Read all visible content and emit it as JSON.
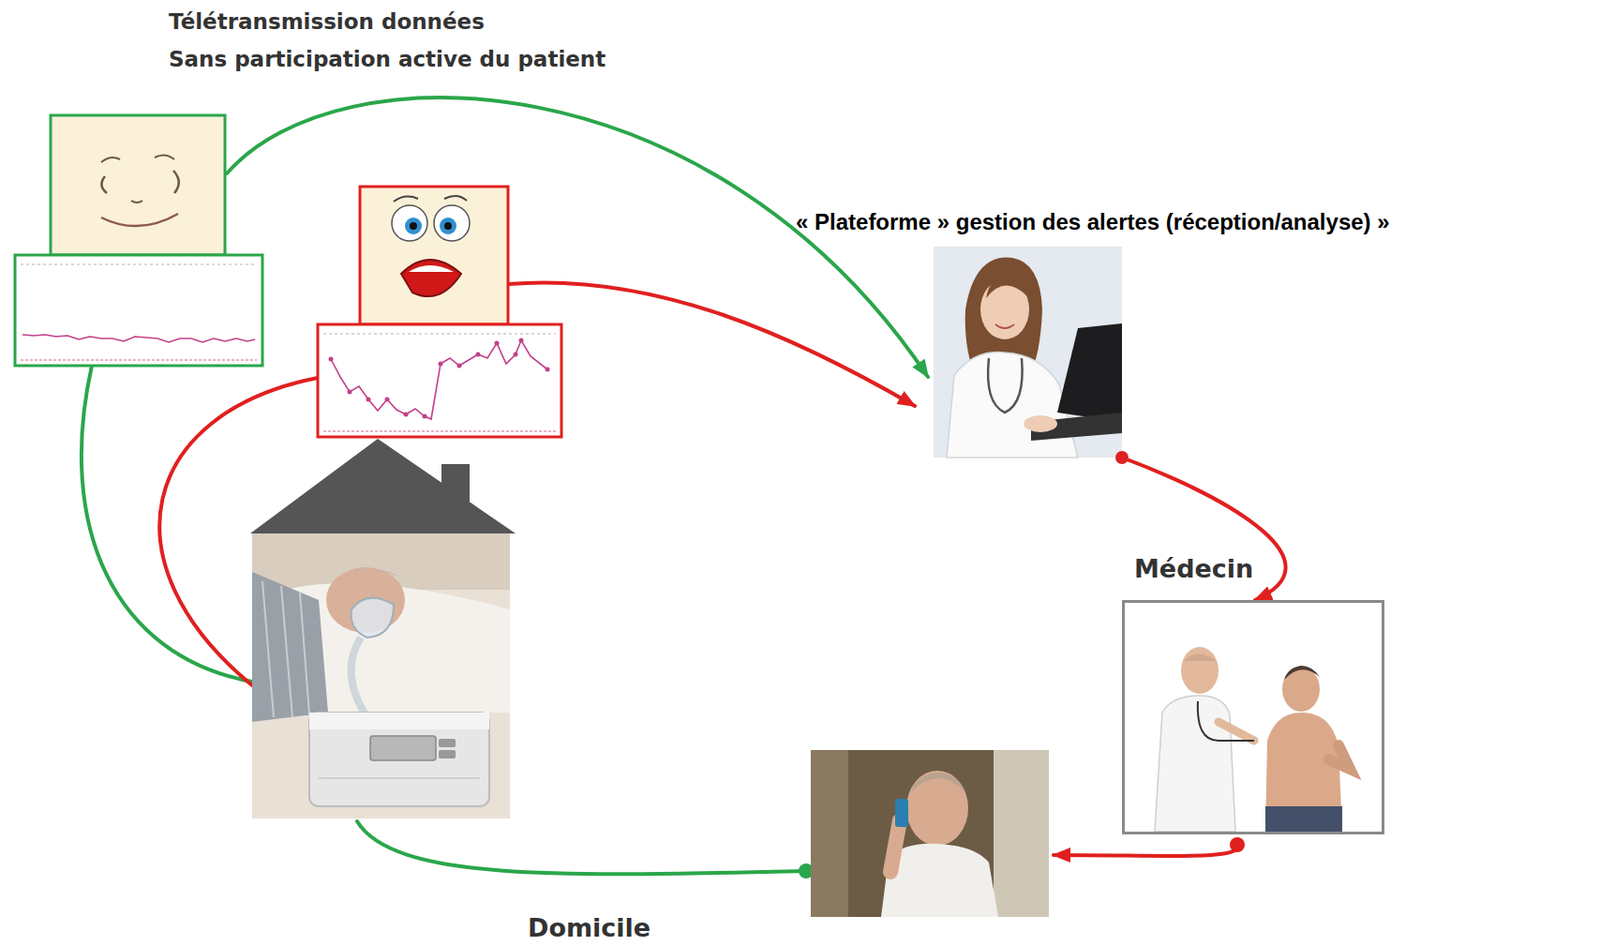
{
  "diagram": {
    "nodes": [
      {
        "text": [
          "« Plateforme » gestion des alertes (réception/analyse) »"
        ]
      },
      {
        "text": [
          "Médecin"
        ]
      }
    ],
    "edges": [
      {
        "from": 0,
        "to": 1,
        "arrow": "to"
      }
    ],
    "labels": [
      "Télétransmission données",
      "Sans participation active du patient",
      "Domicile"
    ]
  }
}
